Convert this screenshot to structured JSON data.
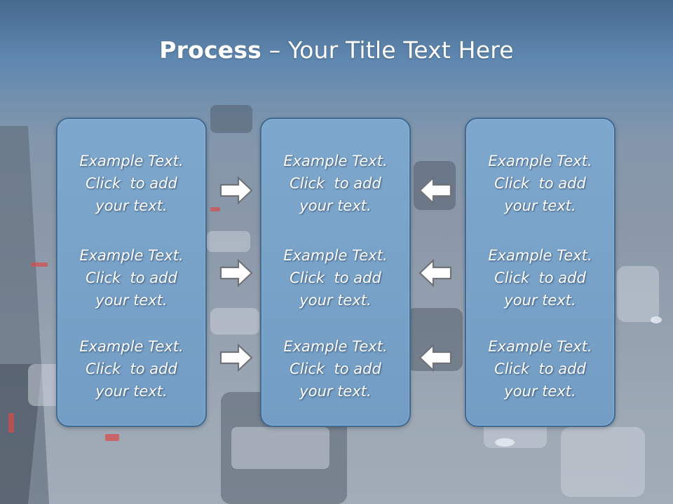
{
  "slide": {
    "title_bold": "Process",
    "title_rest": " – Your Title Text Here"
  },
  "panels": [
    {
      "blocks": [
        {
          "line1": "Example Text.",
          "line2": "Click  to add",
          "line3": "your text."
        },
        {
          "line1": "Example Text.",
          "line2": "Click  to add",
          "line3": "your text."
        },
        {
          "line1": "Example Text.",
          "line2": "Click  to add",
          "line3": "your text."
        }
      ]
    },
    {
      "blocks": [
        {
          "line1": "Example Text.",
          "line2": "Click  to add",
          "line3": "your text."
        },
        {
          "line1": "Example Text.",
          "line2": "Click  to add",
          "line3": "your text."
        },
        {
          "line1": "Example Text.",
          "line2": "Click  to add",
          "line3": "your text."
        }
      ]
    },
    {
      "blocks": [
        {
          "line1": "Example Text.",
          "line2": "Click  to add",
          "line3": "your text."
        },
        {
          "line1": "Example Text.",
          "line2": "Click  to add",
          "line3": "your text."
        },
        {
          "line1": "Example Text.",
          "line2": "Click  to add",
          "line3": "your text."
        }
      ]
    }
  ],
  "arrows": {
    "left_column": [
      "arrow-right-icon",
      "arrow-right-icon",
      "arrow-right-icon"
    ],
    "right_column": [
      "arrow-left-icon",
      "arrow-left-icon",
      "arrow-left-icon"
    ]
  },
  "colors": {
    "title_band": "#5a84ad",
    "panel_fill": "#78a1c8",
    "panel_border": "#3f6a93",
    "arrow_fill": "#ffffff",
    "arrow_stroke": "#6f7378"
  }
}
